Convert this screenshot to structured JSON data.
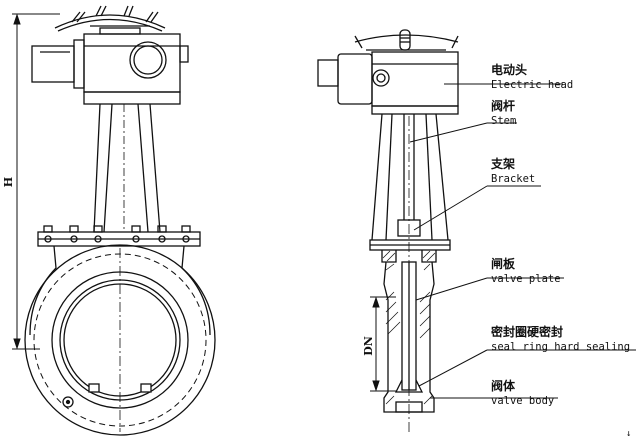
{
  "diagram": {
    "dimension_labels": {
      "height": "H",
      "nominal_diameter": "DN"
    },
    "callouts": [
      {
        "id": "electric-head",
        "cn": "电动头",
        "en": "Electric head"
      },
      {
        "id": "stem",
        "cn": "阀杆",
        "en": "Stem"
      },
      {
        "id": "bracket",
        "cn": "支架",
        "en": "Bracket"
      },
      {
        "id": "valve-plate",
        "cn": "闸板",
        "en": "valve plate"
      },
      {
        "id": "seal-ring",
        "cn": "密封圈硬密封",
        "en": "seal ring hard sealing"
      },
      {
        "id": "valve-body",
        "cn": "阀体",
        "en": "valve body"
      }
    ],
    "corner_mark": "↓"
  }
}
